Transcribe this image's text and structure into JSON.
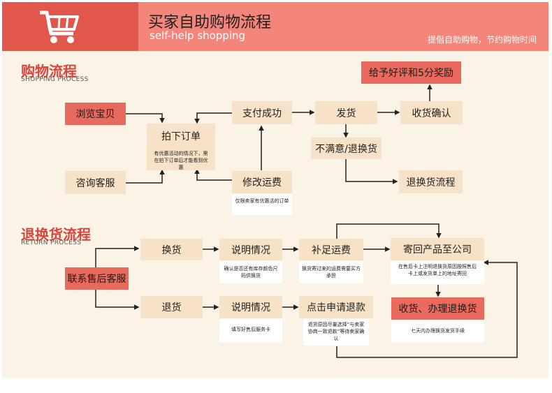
{
  "header": {
    "title_cn": "买家自助购物流程",
    "title_en": "self-help shopping",
    "tagline": "提倡自助购物，节约购物时间"
  },
  "shopping": {
    "title": "购物流程",
    "subtitle": "SHOPPING PROCESS",
    "browse": "浏览宝贝",
    "consult": "咨询客服",
    "order": "拍下订单",
    "order_note": "有优惠活动的情况下，需在拍下订单后才能看到优惠",
    "pay_success": "支付成功",
    "modify_fee": "修改运费",
    "modify_note": "仅限卖家有优惠活的订单",
    "ship": "发货",
    "confirm_receipt": "收货确认",
    "review_reward": "给予好评和5分奖励",
    "dissatisfied": "不满意/退换货",
    "return_flow": "退换货流程"
  },
  "returns": {
    "title": "退换货流程",
    "subtitle": "RETURN PROCESS",
    "contact_service": "联系售后客服",
    "exchange": "换货",
    "refund": "退货",
    "explain_1": "说明情况",
    "explain_1_note": "确认是否还有库存颜色尺码供换货",
    "explain_2": "说明情况",
    "explain_2_note": "填写好售后服务卡",
    "add_shipping": "补足运费",
    "add_shipping_note": "换货寄过来的运费需要买方承担",
    "apply_refund": "点击申请退款",
    "apply_refund_note": "退货原因尽量选择“与卖家协商一致退款”等待卖家确认",
    "send_back": "寄回产品至公司",
    "send_back_note": "在售后卡上注明退换货原因按照售后卡上或发货单上的地址寄回",
    "receive_process": "收货、办理退换货",
    "receive_note": "七天内办理换货发货手续"
  },
  "colors": {
    "accent_red": "#e2574c",
    "header_pink": "#f3857a",
    "box_beige": "#f7e2c7",
    "background": "#fbf3e6"
  }
}
